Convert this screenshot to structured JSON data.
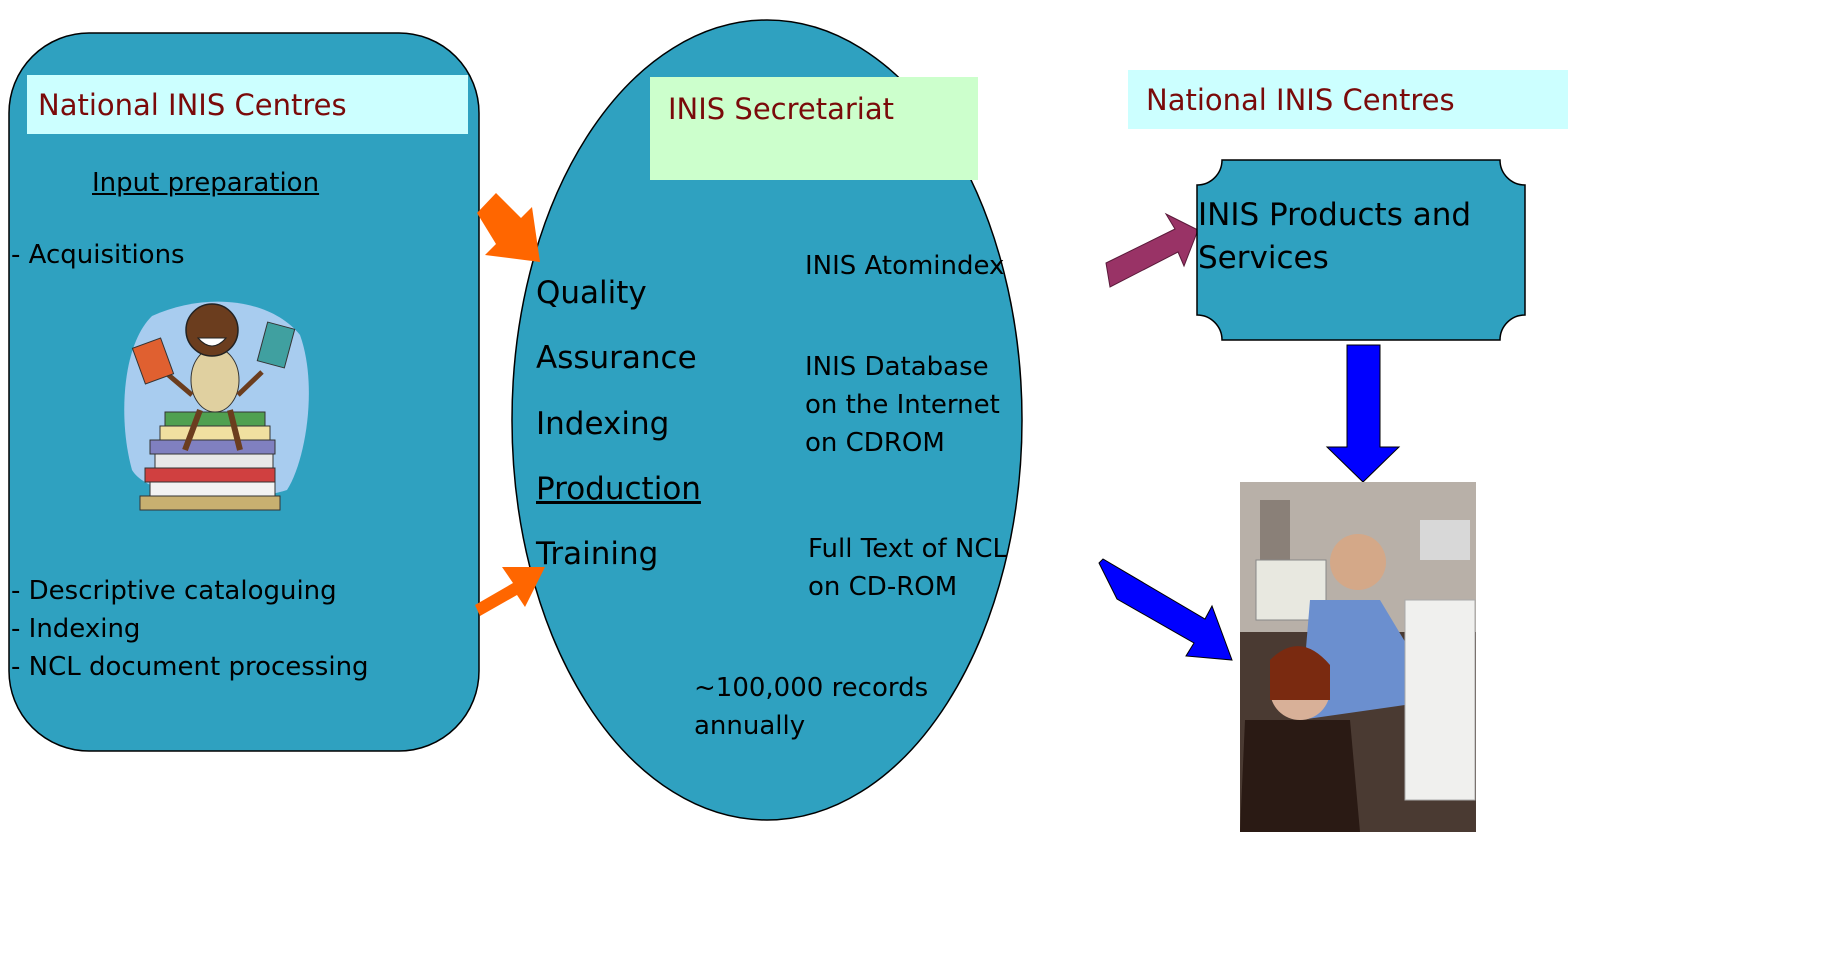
{
  "colors": {
    "panel_fill": "#2fa1c0",
    "label_fill": "#ccffff",
    "secretariat_label_fill": "#ccffcc",
    "title_text": "#7a0a0a",
    "arrow_orange": "#ff6600",
    "arrow_maroon": "#993366",
    "arrow_blue": "#0000ff"
  },
  "left_panel": {
    "title": "National INIS Centres",
    "heading": "Input preparation",
    "item_acquisitions": "- Acquisitions",
    "items_bottom": [
      "- Descriptive cataloguing",
      "- Indexing",
      "- NCL document processing"
    ],
    "illustration": "woman-on-books-clipart"
  },
  "center_panel": {
    "title": "INIS Secretariat",
    "activities": [
      "Quality",
      "Assurance",
      "Indexing",
      "Production",
      "Training"
    ],
    "products": [
      {
        "lines": [
          "INIS Atomindex"
        ]
      },
      {
        "lines": [
          "INIS Database",
          "on the Internet",
          "on CDROM"
        ]
      },
      {
        "lines": [
          "Full Text of NCL",
          "on CD-ROM"
        ]
      }
    ],
    "records": [
      "~100,000 records",
      "annually"
    ]
  },
  "right_panel": {
    "title": "National INIS Centres",
    "products_box": [
      "INIS Products and",
      "Services"
    ],
    "photo": "users-at-computer-photo"
  }
}
